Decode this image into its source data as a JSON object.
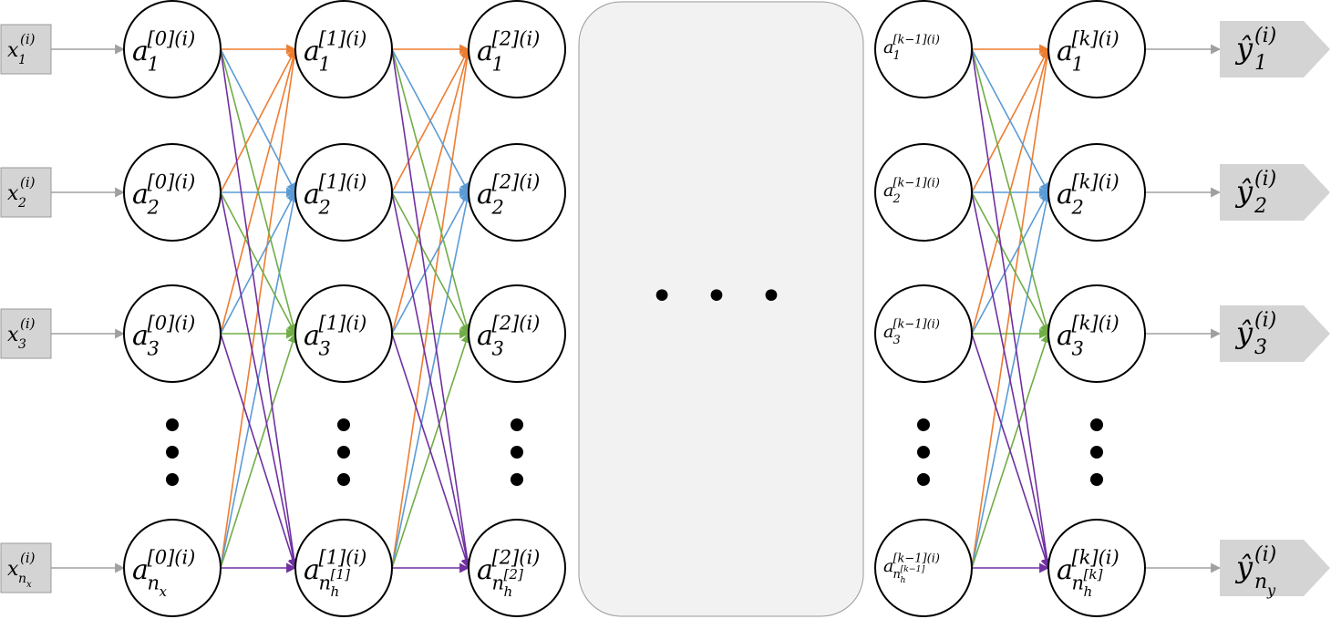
{
  "colors": {
    "orange": "#ed7d31",
    "blue": "#5b9bd5",
    "green": "#70ad47",
    "purple": "#7030a0",
    "gray_line": "#a0a0a0",
    "box_fill": "#d4d4d4",
    "gap_fill": "#f2f2f2"
  },
  "gap_ellipsis": "• • •",
  "inputs": [
    {
      "base": "x",
      "sub": "1",
      "sup": "(i)"
    },
    {
      "base": "x",
      "sub": "2",
      "sup": "(i)"
    },
    {
      "base": "x",
      "sub": "3",
      "sup": "(i)"
    },
    {
      "base": "x",
      "sub": "n",
      "subsub": "x",
      "sup": "(i)"
    }
  ],
  "outputs": [
    {
      "base": "ŷ",
      "sub": "1",
      "sup": "(i)"
    },
    {
      "base": "ŷ",
      "sub": "2",
      "sup": "(i)"
    },
    {
      "base": "ŷ",
      "sub": "3",
      "sup": "(i)"
    },
    {
      "base": "ŷ",
      "sub": "n",
      "subsub": "y",
      "sup": "(i)"
    }
  ],
  "layers": [
    {
      "name": "layer-0",
      "nodes": [
        {
          "base": "a",
          "sup": "[0](i)",
          "sub": "1"
        },
        {
          "base": "a",
          "sup": "[0](i)",
          "sub": "2"
        },
        {
          "base": "a",
          "sup": "[0](i)",
          "sub": "3"
        },
        {
          "base": "a",
          "sup": "[0](i)",
          "sub": "n",
          "subsub": "x"
        }
      ]
    },
    {
      "name": "layer-1",
      "nodes": [
        {
          "base": "a",
          "sup": "[1](i)",
          "sub": "1"
        },
        {
          "base": "a",
          "sup": "[1](i)",
          "sub": "2"
        },
        {
          "base": "a",
          "sup": "[1](i)",
          "sub": "3"
        },
        {
          "base": "a",
          "sup": "[1](i)",
          "sub": "n",
          "subsub": "h",
          "subsup": "[1]"
        }
      ]
    },
    {
      "name": "layer-2",
      "nodes": [
        {
          "base": "a",
          "sup": "[2](i)",
          "sub": "1"
        },
        {
          "base": "a",
          "sup": "[2](i)",
          "sub": "2"
        },
        {
          "base": "a",
          "sup": "[2](i)",
          "sub": "3"
        },
        {
          "base": "a",
          "sup": "[2](i)",
          "sub": "n",
          "subsub": "h",
          "subsup": "[2]"
        }
      ]
    },
    {
      "name": "layer-k-minus-1",
      "nodes": [
        {
          "base": "a",
          "sup": "[k−1](i)",
          "sub": "1"
        },
        {
          "base": "a",
          "sup": "[k−1](i)",
          "sub": "2"
        },
        {
          "base": "a",
          "sup": "[k−1](i)",
          "sub": "3"
        },
        {
          "base": "a",
          "sup": "[k−1](i)",
          "sub": "n",
          "subsub": "h",
          "subsup": "[k−1]"
        }
      ]
    },
    {
      "name": "layer-k",
      "nodes": [
        {
          "base": "a",
          "sup": "[k](i)",
          "sub": "1"
        },
        {
          "base": "a",
          "sup": "[k](i)",
          "sub": "2"
        },
        {
          "base": "a",
          "sup": "[k](i)",
          "sub": "3"
        },
        {
          "base": "a",
          "sup": "[k](i)",
          "sub": "n",
          "subsub": "h",
          "subsup": "[k]"
        }
      ]
    }
  ]
}
